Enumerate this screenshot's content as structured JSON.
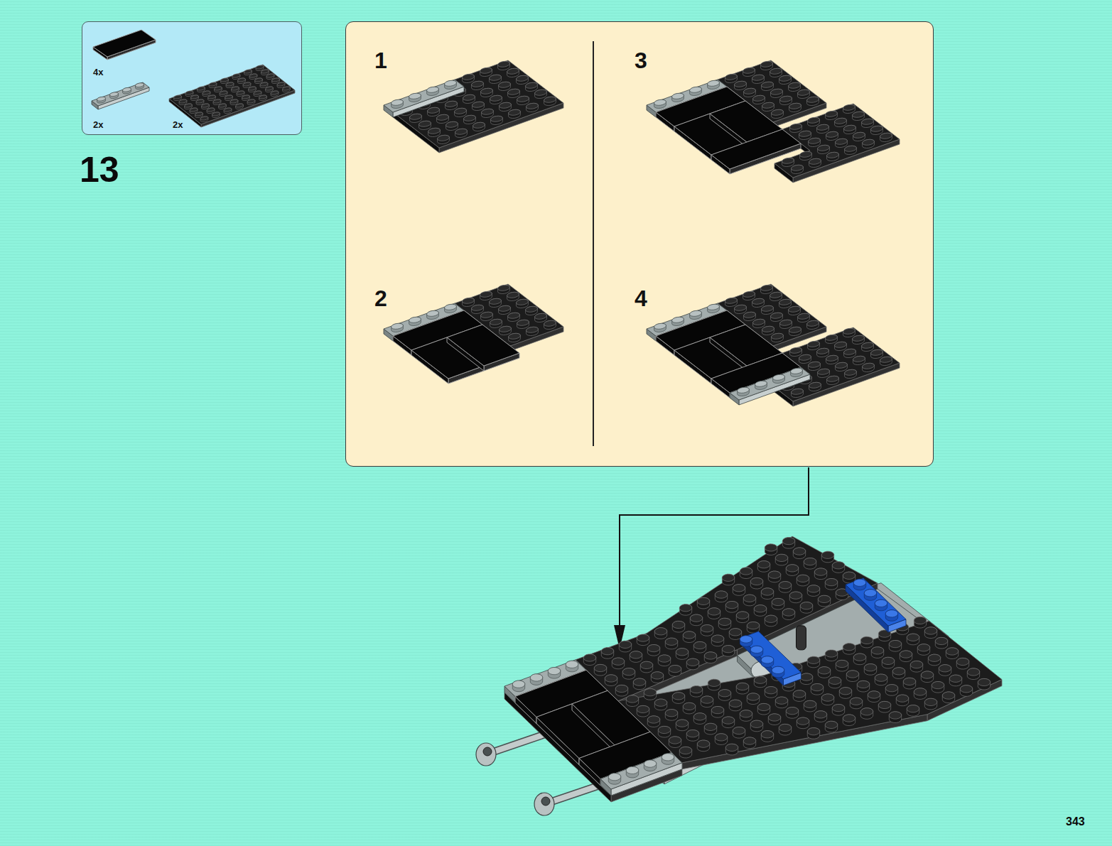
{
  "diagram": {
    "nodes": [
      {
        "text": [
          "4x",
          "2x",
          "2x"
        ]
      },
      {
        "text": [
          "1",
          "2",
          "3",
          "4"
        ]
      }
    ],
    "labels": [
      "13",
      "343"
    ]
  }
}
